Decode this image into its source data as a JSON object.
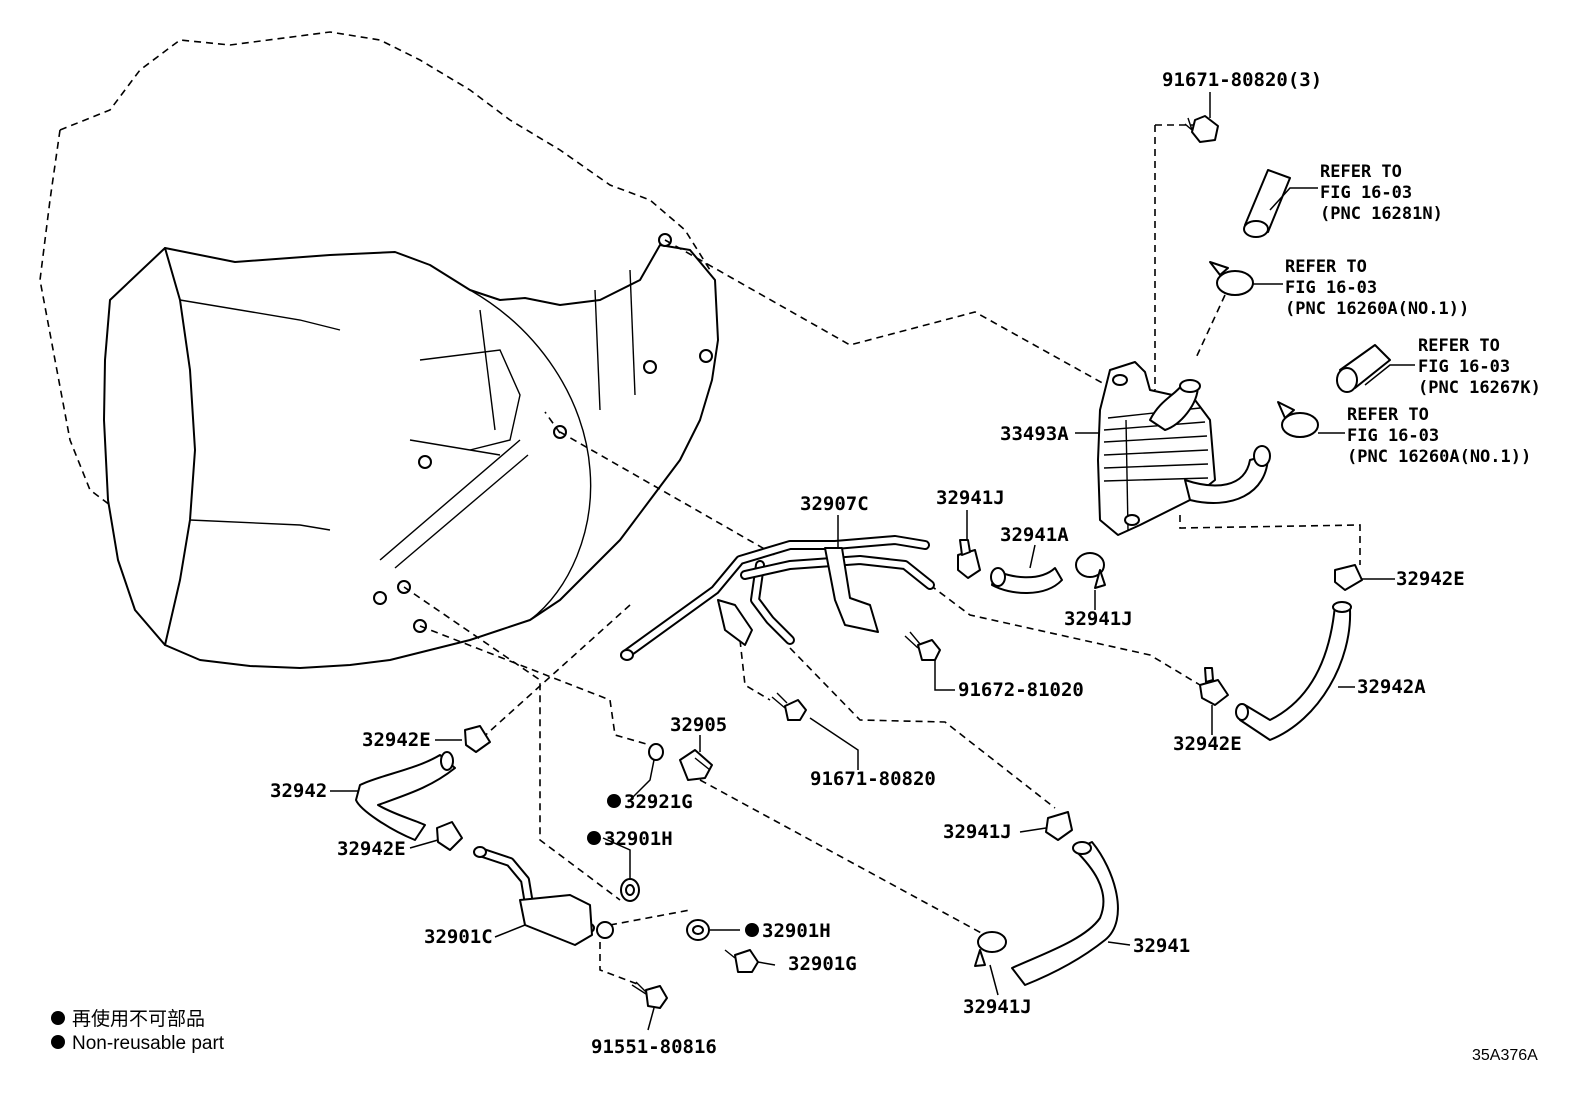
{
  "labels": {
    "bolt_top": "91671-80820(3)",
    "refer1_a": "REFER TO",
    "refer1_b": "FIG 16-03",
    "refer1_c": "(PNC 16281N)",
    "refer2_a": "REFER TO",
    "refer2_b": "FIG 16-03",
    "refer2_c": "(PNC 16260A(NO.1))",
    "refer3_a": "REFER TO",
    "refer3_b": "FIG 16-03",
    "refer3_c": "(PNC 16267K)",
    "refer4_a": "REFER TO",
    "refer4_b": "FIG 16-03",
    "refer4_c": "(PNC 16260A(NO.1))",
    "cooler": "33493A",
    "clamp_j_top": "32941J",
    "hose_a": "32941A",
    "clamp_j_mid": "32941J",
    "pipe_c": "32907C",
    "clamp_e_right": "32942E",
    "hose_42a": "32942A",
    "clamp_e_lower_right": "32942E",
    "bolt_81020": "91672-81020",
    "clamp_e_left": "32942E",
    "hose_42": "32942",
    "clamp_e_left2": "32942E",
    "fitting_05": "32905",
    "bolt_80820": "91671-80820",
    "gasket_21g": "32921G",
    "gasket_01h_a": "32901H",
    "gasket_01h_b": "32901H",
    "bolt_01g": "32901G",
    "pipe_01c": "32901C",
    "clamp_j_low": "32941J",
    "hose_41": "32941",
    "clamp_j_bottom": "32941J",
    "bolt_80816": "91551-80816"
  },
  "legend": {
    "jp": "再使用不可部品",
    "en": "Non-reusable part"
  },
  "code": "35A376A"
}
